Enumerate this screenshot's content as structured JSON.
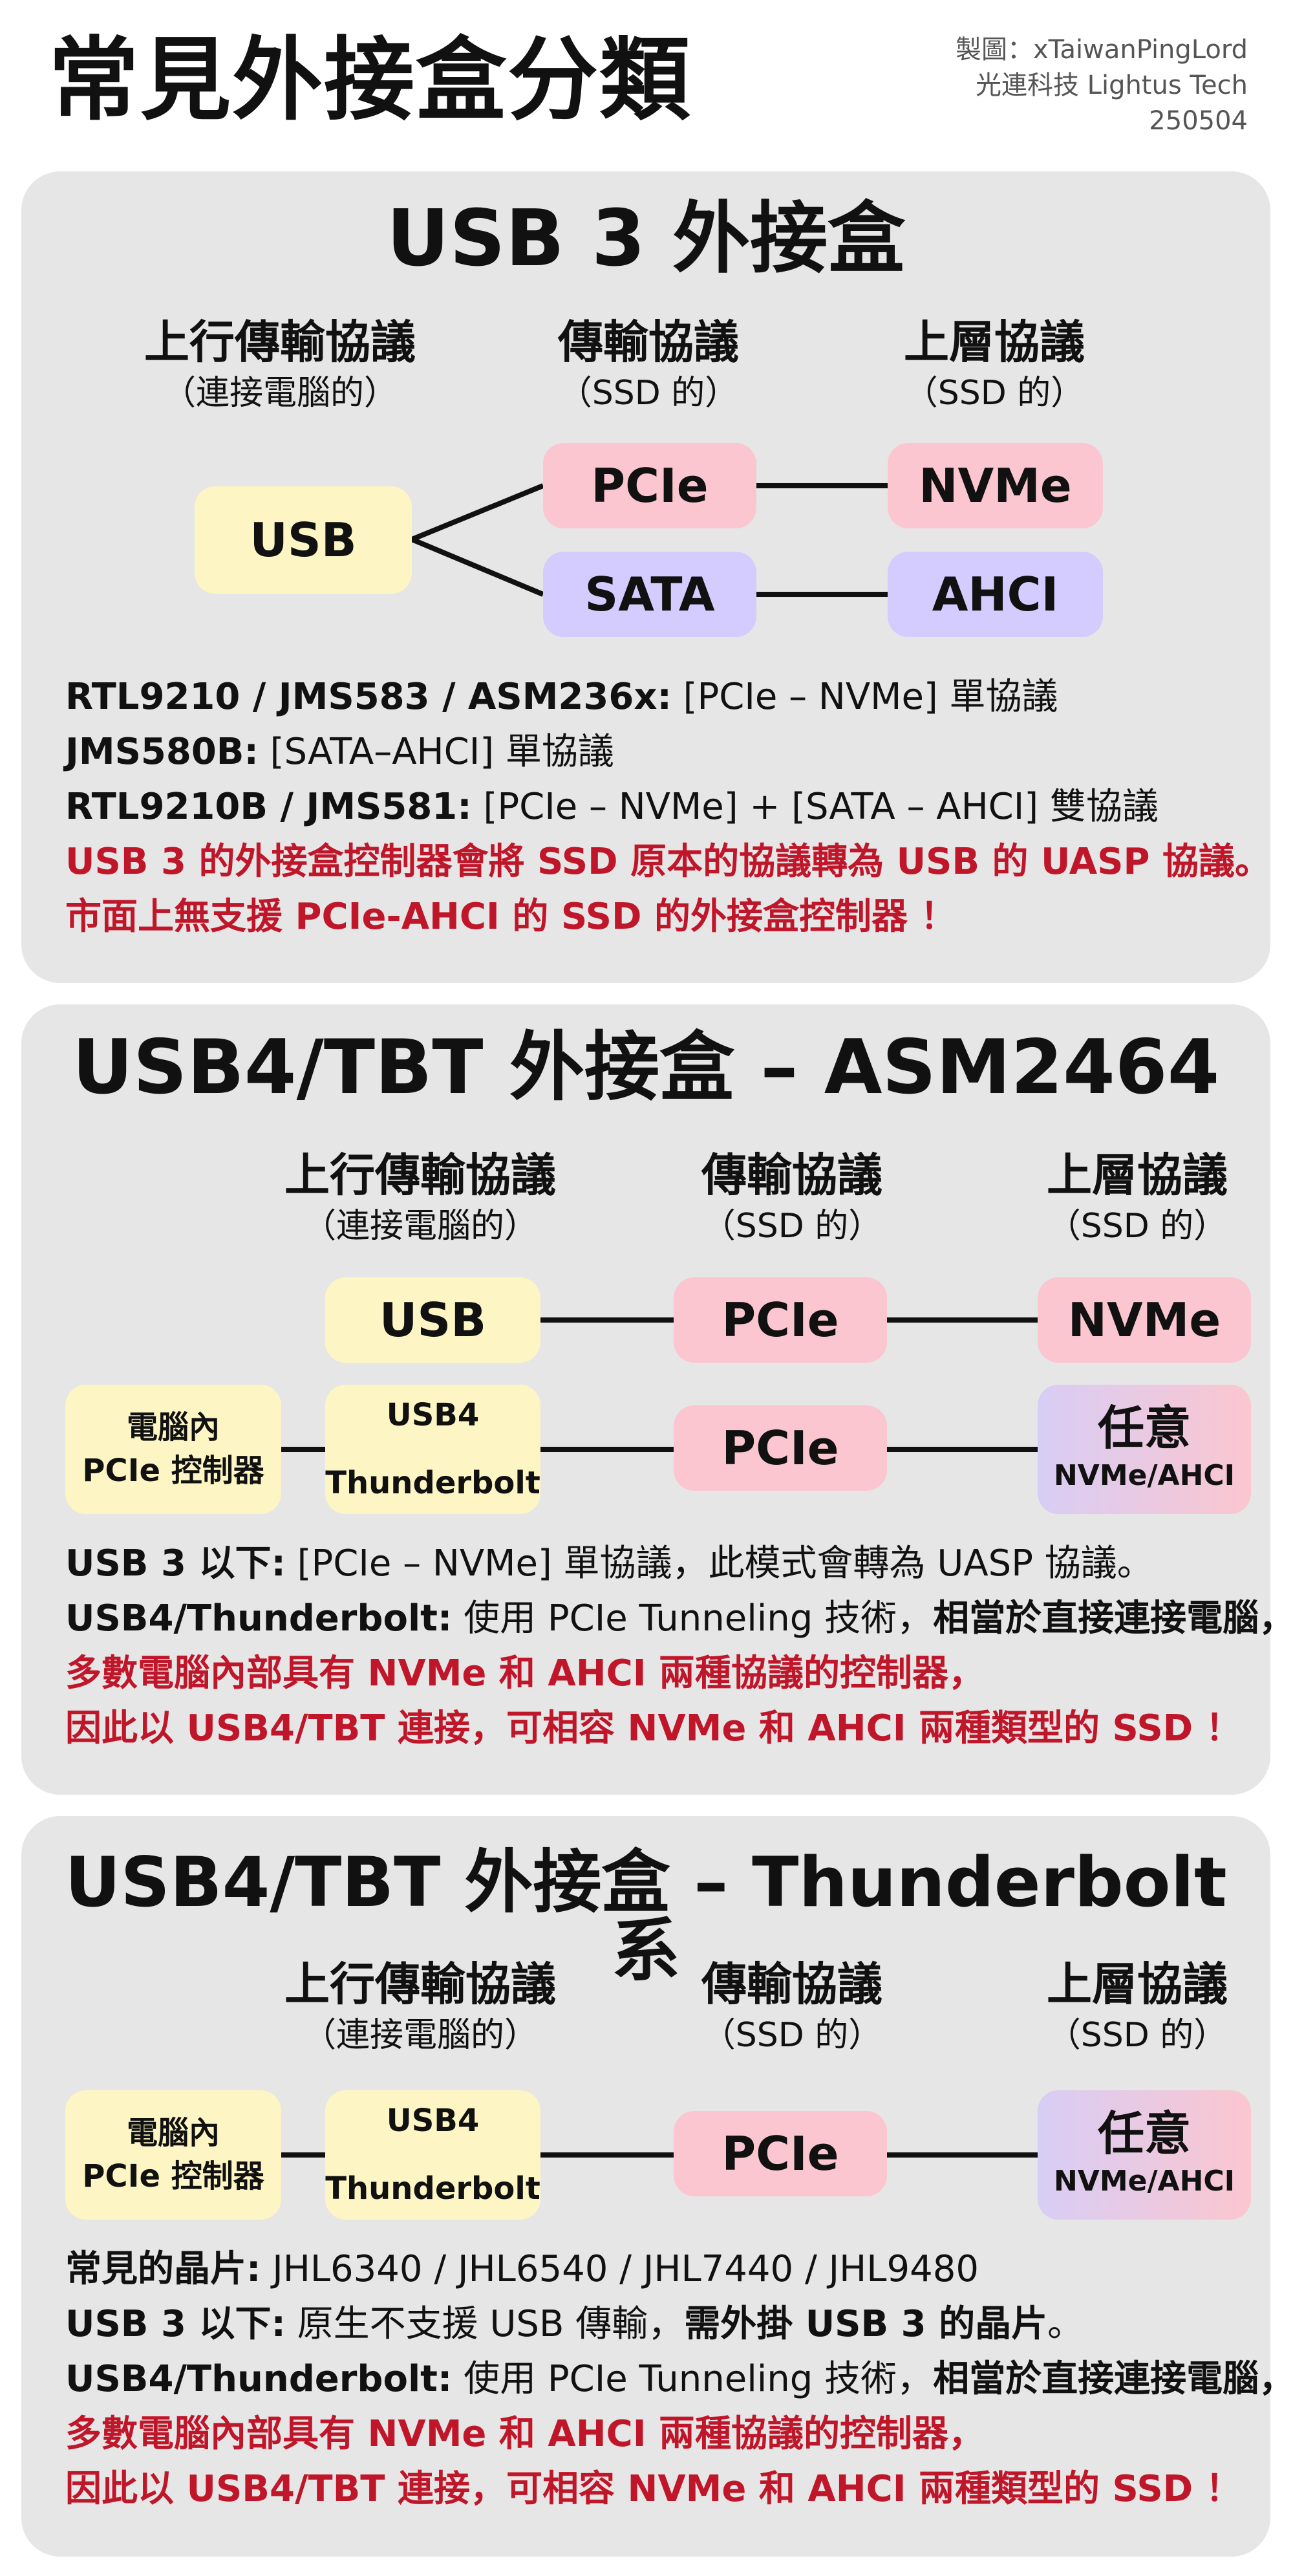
{
  "header": {
    "title": "常見外接盒分類",
    "credit_line1": "製圖：xTaiwanPingLord",
    "credit_line2": "光連科技 Lightus Tech",
    "credit_line3": "250504"
  },
  "colors": {
    "panel_bg": "#e6e6e6",
    "yellow_box": "#fdf6c4",
    "pink_box": "#fbc6cf",
    "purple_box": "#d4cbff",
    "highlight_red": "#c0162a"
  },
  "panel1": {
    "title": "USB 3 外接盒",
    "col1_head": "上行傳輸協議",
    "col1_sub": "（連接電腦的）",
    "col2_head": "傳輸協議",
    "col2_sub": "（SSD 的）",
    "col3_head": "上層協議",
    "col3_sub": "（SSD 的）",
    "box_usb": "USB",
    "box_pcie": "PCIe",
    "box_sata": "SATA",
    "box_nvme": "NVMe",
    "box_ahci": "AHCI",
    "line1_bold": "RTL9210 / JMS583 / ASM236x:",
    "line1_text": " [PCIe – NVMe] 單協議",
    "line2_bold": "JMS580B:",
    "line2_text": " [SATA–AHCI] 單協議",
    "line3_bold": "RTL9210B / JMS581:",
    "line3_text": " [PCIe – NVMe] + [SATA – AHCI] 雙協議",
    "line4_red": "USB 3 的外接盒控制器會將 SSD 原本的協議轉為 USB 的 UASP 協議。",
    "line5_red": "市面上無支援 PCIe-AHCI 的 SSD 的外接盒控制器 ！"
  },
  "panel2": {
    "title": "USB4/TBT 外接盒 – ASM2464",
    "col1_head": "上行傳輸協議",
    "col1_sub": "（連接電腦的）",
    "col2_head": "傳輸協議",
    "col2_sub": "（SSD 的）",
    "col3_head": "上層協議",
    "col3_sub": "（SSD 的）",
    "box_usb": "USB",
    "box_pcie_top": "PCIe",
    "box_nvme": "NVMe",
    "box_pc_line1": "電腦內",
    "box_pc_line2": "PCIe 控制器",
    "box_usb4_line1": "USB4",
    "box_usb4_line2": "Thunderbolt",
    "box_pcie_bottom": "PCIe",
    "box_any_line1": "任意",
    "box_any_line2": "NVMe/AHCI",
    "line1_bold": "USB 3 以下:",
    "line1_text": " [PCIe – NVMe] 單協議，此模式會轉為 UASP 協議。",
    "line2_bold": "USB4/Thunderbolt:",
    "line2_text": " 使用 PCIe Tunneling 技術，",
    "line2_bold2": "相當於直接連接電腦，",
    "line3_red": "多數電腦內部具有 NVMe 和 AHCI 兩種協議的控制器，",
    "line4_red": "因此以 USB4/TBT 連接，可相容 NVMe 和 AHCI 兩種類型的 SSD ！"
  },
  "panel3": {
    "title": "USB4/TBT 外接盒 – Thunderbolt 系",
    "col1_head": "上行傳輸協議",
    "col1_sub": "（連接電腦的）",
    "col2_head": "傳輸協議",
    "col2_sub": "（SSD 的）",
    "col3_head": "上層協議",
    "col3_sub": "（SSD 的）",
    "box_pc_line1": "電腦內",
    "box_pc_line2": "PCIe 控制器",
    "box_usb4_line1": "USB4",
    "box_usb4_line2": "Thunderbolt",
    "box_pcie": "PCIe",
    "box_any_line1": "任意",
    "box_any_line2": "NVMe/AHCI",
    "line1_bold": "常見的晶片:",
    "line1_text": " JHL6340 / JHL6540 / JHL7440 / JHL9480",
    "line2_bold": "USB 3 以下:",
    "line2_text": " 原生不支援 USB 傳輸，",
    "line2_bold2": "需外掛 USB 3 的晶片",
    "line2_text2": "。",
    "line3_bold": "USB4/Thunderbolt:",
    "line3_text": " 使用 PCIe Tunneling 技術，",
    "line3_bold2": "相當於直接連接電腦，",
    "line4_red": "多數電腦內部具有 NVMe 和 AHCI 兩種協議的控制器，",
    "line5_red": "因此以 USB4/TBT 連接，可相容 NVMe 和 AHCI 兩種類型的 SSD ！"
  }
}
